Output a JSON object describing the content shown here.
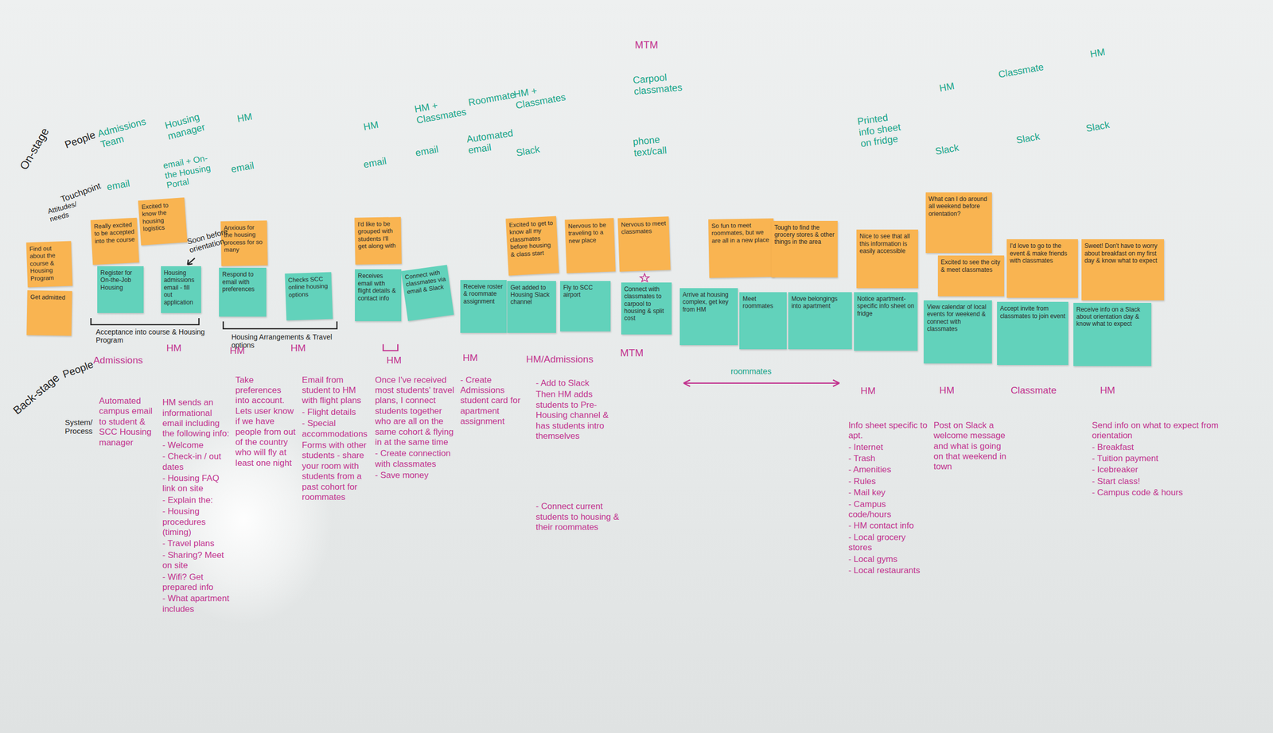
{
  "diagram": {
    "nodes": [
      {
        "text": [
          "Find out about the course & Housing Program"
        ]
      },
      {
        "text": [
          "Get admitted"
        ]
      },
      {
        "text": [
          "Really excited to be accepted into the course"
        ]
      },
      {
        "text": [
          "Register for On-the-Job Housing"
        ]
      },
      {
        "text": [
          "Excited to know the housing logistics"
        ]
      },
      {
        "text": [
          "Housing admissions email - fill out application"
        ]
      },
      {
        "text": [
          "Anxious for the housing process for so many"
        ]
      },
      {
        "text": [
          "Respond to email with preferences"
        ]
      },
      {
        "text": [
          "Checks SCC online housing options"
        ]
      },
      {
        "text": [
          "I'd like to be grouped with students I'll get along with"
        ]
      },
      {
        "text": [
          "Receives email with flight details & contact info"
        ]
      },
      {
        "text": [
          "Connect with classmates via email & Slack"
        ]
      },
      {
        "text": [
          "Receive roster & roommate assignment"
        ]
      },
      {
        "text": [
          "Excited to get to know all my classmates before housing & class start"
        ]
      },
      {
        "text": [
          "Get added to Housing Slack channel"
        ]
      },
      {
        "text": [
          "Nervous to be traveling to a new place"
        ]
      },
      {
        "text": [
          "Fly to SCC airport"
        ]
      },
      {
        "text": [
          "Nervous to meet classmates"
        ]
      },
      {
        "text": [
          "Connect with classmates to carpool to housing & split cost"
        ]
      },
      {
        "text": [
          "So fun to meet roommates, but we are all in a new place"
        ]
      },
      {
        "text": [
          "Arrive at housing complex, get key from HM"
        ]
      },
      {
        "text": [
          "Tough to find the grocery stores & other things in the area"
        ]
      },
      {
        "text": [
          "Meet roommates"
        ]
      },
      {
        "text": [
          "Move belongings into apartment"
        ]
      },
      {
        "text": [
          "Nice to see that all this information is easily accessible"
        ]
      },
      {
        "text": [
          "Notice apartment-specific info sheet on fridge"
        ]
      },
      {
        "text": [
          "What can I do around all weekend before orientation?"
        ]
      },
      {
        "text": [
          "Excited to see the city & meet classmates"
        ]
      },
      {
        "text": [
          "View calendar of local events for weekend & connect with classmates"
        ]
      },
      {
        "text": [
          "I'd love to go to the event & make friends with classmates"
        ]
      },
      {
        "text": [
          "Accept invite from classmates to join event"
        ]
      },
      {
        "text": [
          "Sweet! Don't have to worry about breakfast on my first day & know what to expect"
        ]
      },
      {
        "text": [
          "Receive info on a Slack about orientation day & know what to expect"
        ]
      }
    ],
    "labels": [
      "On-stage",
      "People",
      "Touchpoint",
      "Attitudes/ needs",
      "People",
      "Back-stage",
      "System/ Process",
      "Admissions Team",
      "Housing manager",
      "HM",
      "HM",
      "HM + Classmates",
      "Roommate",
      "HM + Classmates",
      "MTM",
      "Carpool classmates",
      "Printed info sheet on fridge",
      "HM",
      "Classmate",
      "HM",
      "email",
      "email + On-the Housing Portal",
      "email",
      "email",
      "email",
      "Automated email",
      "Slack",
      "phone text/call",
      "Slack",
      "Slack",
      "Slack",
      "Soon before orientation",
      "Acceptance into course & Housing Program",
      "Housing Arrangements & Travel options",
      "roommates",
      "Admissions",
      "HM",
      "HM",
      "HM",
      "HM",
      "HM",
      "HM/Admissions",
      "MTM",
      "HM",
      "HM",
      "Classmate",
      "HM",
      "Automated campus email to student & SCC Housing manager",
      "HM sends an informational email including the following info:",
      "- Welcome",
      "- Check-in / out dates",
      "- Housing FAQ link on site",
      "- Explain the:",
      "- Housing procedures (timing)",
      "- Travel plans",
      "- Sharing? Meet on site",
      "- Wifi? Get prepared info",
      "- What apartment includes",
      "Take preferences into account. Lets user know if we have people from out of the country who will fly at least one night",
      "Email from student to HM with flight plans",
      "- Flight details",
      "- Special accommodations",
      "Forms with other students - share your room with students from a past cohort for roommates",
      "Once I've received most students' travel plans, I connect students together who are all on the same cohort & flying in at the same time",
      "- Create connection with classmates",
      "- Save money",
      "- Create Admissions student card for apartment assignment",
      "- Add to Slack",
      "Then HM adds students to Pre-Housing channel & has students intro themselves",
      "- Connect current students to housing & their roommates",
      "Info sheet specific to apt.",
      "- Internet",
      "- Trash",
      "- Amenities",
      "- Rules",
      "- Mail key",
      "- Campus code/hours",
      "- HM contact info",
      "- Local grocery stores",
      "- Local gyms",
      "- Local restaurants",
      "Post on Slack a welcome message and what is going on that weekend in town",
      "Send info on what to expect from orientation",
      "- Breakfast",
      "- Tuition payment",
      "- Icebreaker",
      "- Start class!",
      "- Campus code & hours"
    ]
  }
}
